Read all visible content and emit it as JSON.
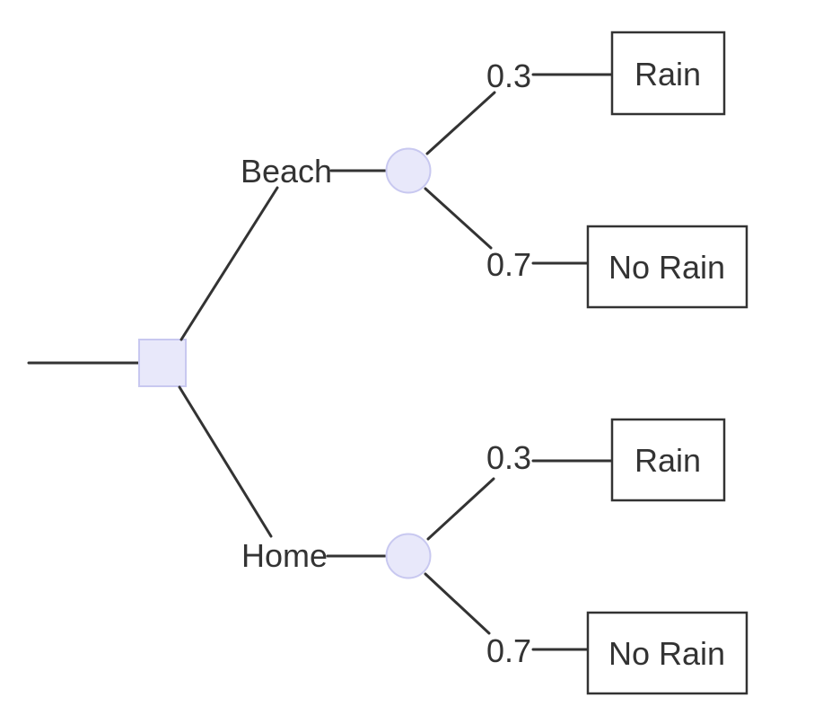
{
  "diagram": {
    "type": "decision-tree",
    "root_node": {
      "kind": "decision-node",
      "shape": "square"
    },
    "colors": {
      "node_fill": "#E8E8FA",
      "node_stroke": "#C8C8F0",
      "edge": "#333333",
      "text": "#333333",
      "outcome_box_fill": "#FFFFFF",
      "outcome_box_border": "#333333",
      "background": "#FFFFFF"
    },
    "branches": [
      {
        "label": "Beach",
        "node": "chance-node",
        "outcomes": [
          {
            "probability": "0.3",
            "result": "Rain"
          },
          {
            "probability": "0.7",
            "result": "No Rain"
          }
        ]
      },
      {
        "label": "Home",
        "node": "chance-node",
        "outcomes": [
          {
            "probability": "0.3",
            "result": "Rain"
          },
          {
            "probability": "0.7",
            "result": "No Rain"
          }
        ]
      }
    ]
  }
}
